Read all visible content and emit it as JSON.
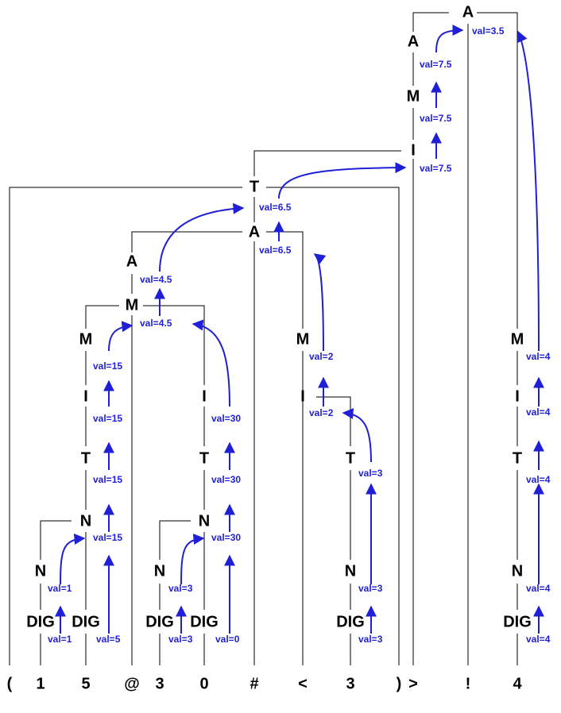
{
  "colors": {
    "tree": "#000000",
    "flow": "#1f1fd6",
    "background": "#ffffff"
  },
  "tokens": [
    "(",
    "1",
    "5",
    "@",
    "3",
    "0",
    "#",
    "<",
    "3",
    ")",
    ">",
    "!",
    "4"
  ],
  "nodes": {
    "dig1": "DIG",
    "dig5": "DIG",
    "dig3a": "DIG",
    "dig0": "DIG",
    "dig3b": "DIG",
    "dig4": "DIG",
    "n1": "N",
    "n15": "N",
    "n3": "N",
    "n30": "N",
    "n3b": "N",
    "n4": "N",
    "t15": "T",
    "i15": "I",
    "m15": "M",
    "t30": "T",
    "i30": "I",
    "m45": "M",
    "a45": "A",
    "t3": "T",
    "i2": "I",
    "m2": "M",
    "a65": "A",
    "t65": "T",
    "i75": "I",
    "m75": "M",
    "t4": "T",
    "i4": "I",
    "m4": "M",
    "a35": "A"
  },
  "values": {
    "dig1": "val=1",
    "dig5": "val=5",
    "dig3a": "val=3",
    "dig0": "val=0",
    "dig3b": "val=3",
    "dig4": "val=4",
    "n1": "val=1",
    "n15": "val=15",
    "n3": "val=3",
    "n30": "val=30",
    "n3b": "val=3",
    "n4": "val=4",
    "t15": "val=15",
    "i15": "val=15",
    "m15": "val=15",
    "t30": "val=30",
    "i30": "val=30",
    "m45": "val=4.5",
    "a45": "val=4.5",
    "t3": "val=3",
    "i2": "val=2",
    "m2": "val=2",
    "a65": "val=6.5",
    "t65": "val=6.5",
    "i75": "val=7.5",
    "m75": "val=7.5",
    "a75": "val=7.5",
    "t4": "val=4",
    "i4": "val=4",
    "m4": "val=4",
    "a35": "val=3.5"
  }
}
